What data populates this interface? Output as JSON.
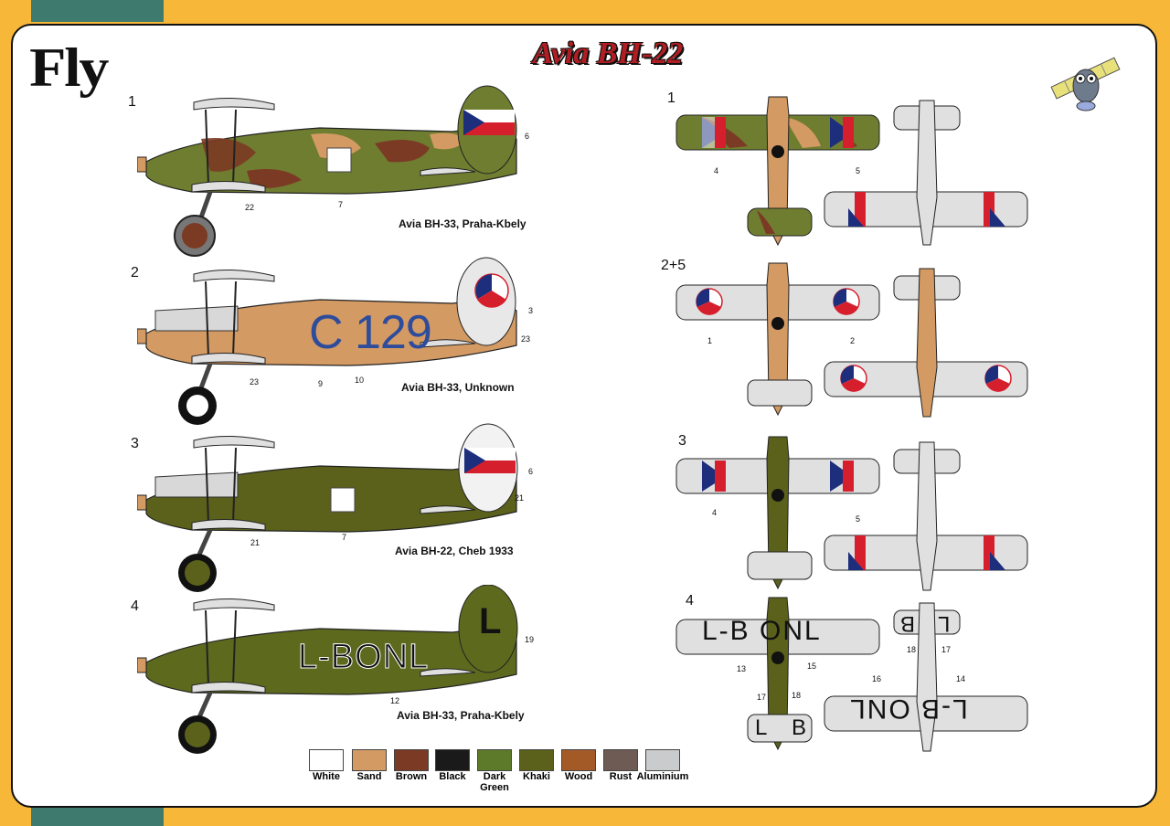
{
  "brand": "Fly",
  "title": "Avia BH-22",
  "side_views": [
    {
      "number": "1",
      "caption": "Avia BH-33, Praha-Kbely",
      "callouts": [
        "6",
        "22",
        "7"
      ]
    },
    {
      "number": "2",
      "caption": "Avia BH-33, Unknown",
      "code": "C 129",
      "callouts": [
        "3",
        "23",
        "23",
        "9",
        "10"
      ]
    },
    {
      "number": "3",
      "caption": "Avia BH-22, Cheb 1933",
      "callouts": [
        "6",
        "21",
        "21",
        "7"
      ]
    },
    {
      "number": "4",
      "caption": "Avia BH-33, Praha-Kbely",
      "code": "L-BONL",
      "fin_letter": "L",
      "callouts": [
        "19",
        "12"
      ]
    }
  ],
  "top_views": [
    {
      "number": "1",
      "callouts": [
        "4",
        "5"
      ]
    },
    {
      "number": "2+5",
      "callouts": [
        "1",
        "2"
      ]
    },
    {
      "number": "3",
      "callouts": [
        "4",
        "5"
      ]
    },
    {
      "number": "4",
      "upper_wing": "L-B ONL",
      "tail_left": "L",
      "tail_right": "B",
      "callouts": [
        "13",
        "15",
        "17",
        "18",
        "18",
        "17",
        "16",
        "14"
      ]
    }
  ],
  "swatches": [
    {
      "name": "White",
      "color": "#ffffff"
    },
    {
      "name": "Sand",
      "color": "#d39a63"
    },
    {
      "name": "Brown",
      "color": "#7b3a24"
    },
    {
      "name": "Black",
      "color": "#1a1a1a"
    },
    {
      "name": "Dark Green",
      "color": "#5d7a2a"
    },
    {
      "name": "Khaki",
      "color": "#5b611b"
    },
    {
      "name": "Wood",
      "color": "#a45a26"
    },
    {
      "name": "Rust",
      "color": "#6e5b53"
    },
    {
      "name": "Aluminium",
      "color": "#c9cbcc"
    }
  ],
  "colors": {
    "background": "#f7b83a",
    "tab": "#3f7a6e",
    "title": "#b01e23",
    "roundel_blue": "#1c2e7c",
    "roundel_red": "#d61f2c"
  }
}
